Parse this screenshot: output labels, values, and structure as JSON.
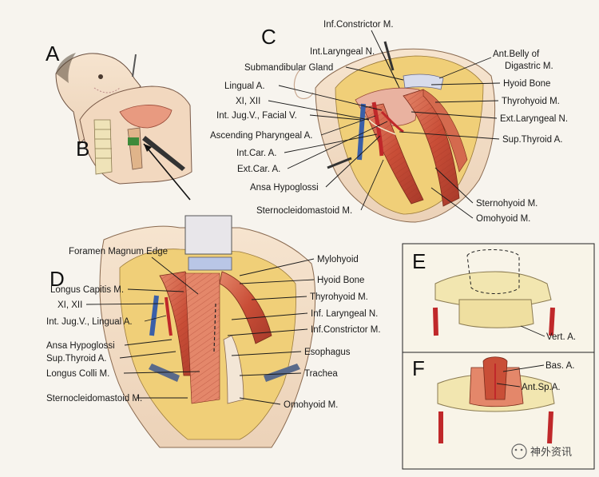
{
  "panels": {
    "A": "A",
    "B": "B",
    "C": "C",
    "D": "D",
    "E": "E",
    "F": "F"
  },
  "labels_c": {
    "inf_constrictor": "Inf.Constrictor M.",
    "int_laryngeal": "Int.Laryngeal N.",
    "submandibular": "Submandibular Gland",
    "lingual": "Lingual A.",
    "xi_xii": "XI, XII",
    "int_jug_facial": "Int. Jug.V., Facial V.",
    "asc_pharyngeal": "Ascending Pharyngeal A.",
    "int_car": "Int.Car. A.",
    "ext_car": "Ext.Car. A.",
    "ansa": "Ansa Hypoglossi",
    "scm": "Sternocleidomastoid M.",
    "ant_belly_1": "Ant.Belly of",
    "ant_belly_2": "Digastric M.",
    "hyoid": "Hyoid Bone",
    "thyrohyoid": "Thyrohyoid M.",
    "ext_laryngeal": "Ext.Laryngeal N.",
    "sup_thyroid": "Sup.Thyroid A.",
    "sternohyoid": "Sternohyoid M.",
    "omohyoid": "Omohyoid M."
  },
  "labels_d": {
    "foramen": "Foramen Magnum Edge",
    "longus_capitis": "Longus Capitis M.",
    "xi_xii": "XI, XII",
    "int_jug_lingual": "Int. Jug.V., Lingual A.",
    "ansa": "Ansa Hypoglossi",
    "sup_thyroid": "Sup.Thyroid A.",
    "longus_colli": "Longus Colli M.",
    "scm": "Sternocleidomastoid M.",
    "mylohyoid": "Mylohyoid",
    "hyoid": "Hyoid Bone",
    "thyrohyoid": "Thyrohyoid M.",
    "inf_laryngeal": "Inf. Laryngeal N.",
    "inf_constrictor": "Inf.Constrictor M.",
    "esophagus": "Esophagus",
    "trachea": "Trachea",
    "omohyoid": "Omohyoid M."
  },
  "labels_e": {
    "vert": "Vert. A."
  },
  "labels_f": {
    "bas": "Bas. A.",
    "ant_sp": "Ant.Sp.A."
  },
  "watermark": "神外资讯",
  "colors": {
    "muscle": "#c8503a",
    "muscle_light": "#e08a6a",
    "fat": "#f0d27a",
    "skin": "#f3dcc4",
    "artery": "#c0282a",
    "vein": "#3a5fa8",
    "bone": "#f2e6b0"
  }
}
